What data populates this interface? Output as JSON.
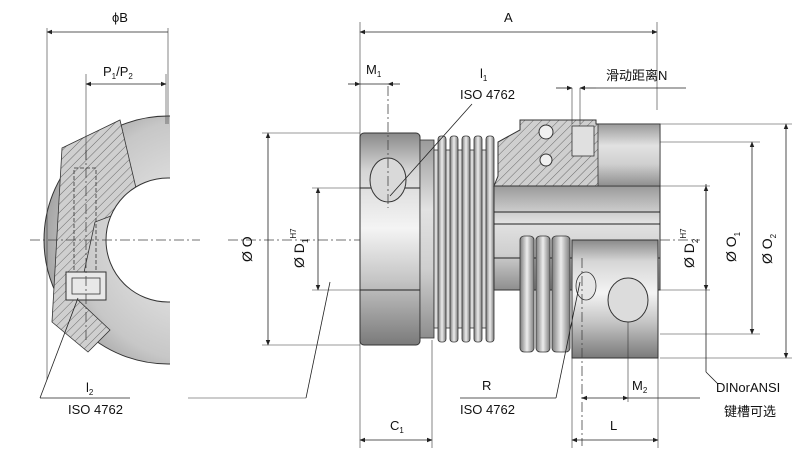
{
  "labels": {
    "phi_b": "ϕB",
    "p1_p2": {
      "p": "P",
      "s1": "1",
      "slash": "/",
      "p2": "P",
      "s2": "2"
    },
    "l2": {
      "main": "l",
      "sub": "2",
      "iso": "ISO 4762"
    },
    "a": "A",
    "m1": {
      "main": "M",
      "sub": "1"
    },
    "l1": {
      "main": "l",
      "sub": "1",
      "iso": "ISO 4762"
    },
    "slide_distance": "滑动距离N",
    "phi_o": "Ø O",
    "phi_d1": {
      "main": "Ø D",
      "sub": "1",
      "sup": "H7"
    },
    "phi_d2": {
      "main": "Ø D",
      "sub": "2",
      "sup": "H7"
    },
    "phi_o1": {
      "main": "Ø O",
      "sub": "1"
    },
    "phi_o2": {
      "main": "Ø O",
      "sub": "2"
    },
    "r": {
      "main": "R",
      "iso": "ISO 4762"
    },
    "m2": {
      "main": "M",
      "sub": "2"
    },
    "c1": {
      "main": "C",
      "sub": "1"
    },
    "l": "L",
    "standard": "DINorANSI",
    "keyway": "键槽可选"
  },
  "colors": {
    "metal_light": "#e6e6e6",
    "metal_mid": "#b8b8b8",
    "metal_dark": "#6f6f6f",
    "hatch_fill": "#c8c8c8",
    "line": "#222222"
  }
}
